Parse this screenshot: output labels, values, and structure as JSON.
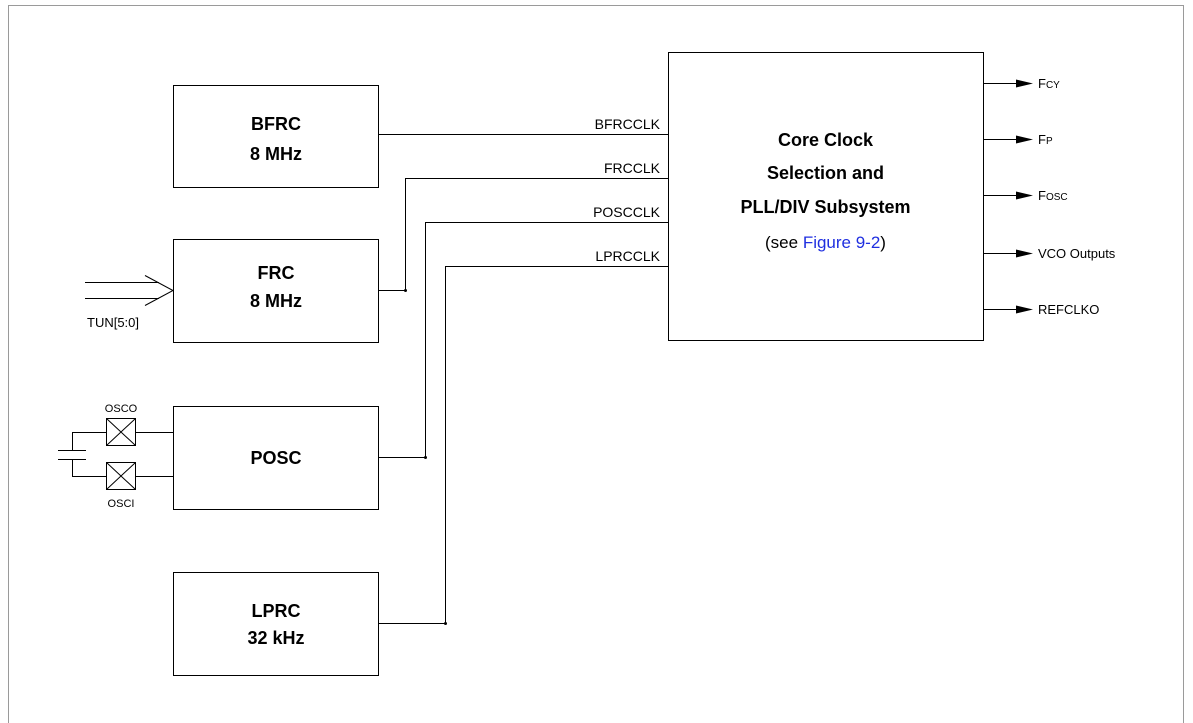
{
  "blocks": {
    "bfrc": {
      "name": "BFRC",
      "freq": "8 MHz"
    },
    "frc": {
      "name": "FRC",
      "freq": "8 MHz"
    },
    "posc": {
      "name": "POSC"
    },
    "lprc": {
      "name": "LPRC",
      "freq": "32 kHz"
    },
    "core": {
      "line1": "Core Clock",
      "line2": "Selection and",
      "line3": "PLL/DIV Subsystem",
      "see_prefix": "(see ",
      "figure_ref": "Figure 9-2",
      "see_suffix": ")"
    }
  },
  "signals": {
    "bfrcclk": "BFRCCLK",
    "frcclk": "FRCCLK",
    "poscclk": "POSCCLK",
    "lprcclk": "LPRCCLK"
  },
  "inputs": {
    "tun": "TUN[5:0]",
    "osco": "OSCO",
    "osci": "OSCI"
  },
  "outputs": {
    "fcy": {
      "main": "F",
      "sub": "CY"
    },
    "fp": {
      "main": "F",
      "sub": "P"
    },
    "fosc": {
      "main": "F",
      "sub": "OSC"
    },
    "vco": "VCO Outputs",
    "refclko": "REFCLKO"
  },
  "colors": {
    "line": "#000000",
    "link": "#1f2fe0",
    "frame": "#9a9a9a"
  }
}
